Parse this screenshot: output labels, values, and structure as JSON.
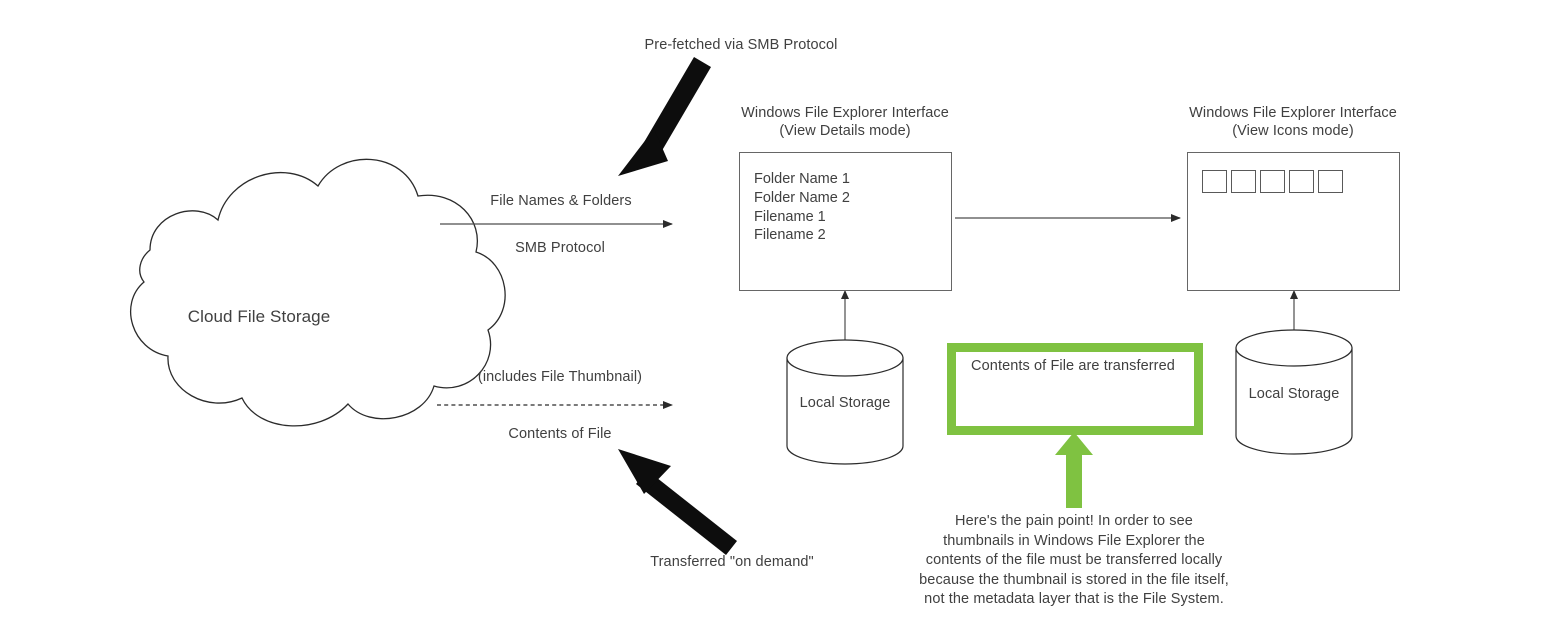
{
  "diagram": {
    "title": "Cloud file storage thumbnail transfer diagram",
    "accent_green": "#7FC241",
    "line_color": "#4d4d4d",
    "box_border": "#666666",
    "text_color": "#404040"
  },
  "cloud": {
    "label": "Cloud File Storage"
  },
  "flows": {
    "top": {
      "annotation": "Pre-fetched via SMB Protocol",
      "above_line": "File Names & Folders",
      "below_line": "SMB Protocol"
    },
    "bottom": {
      "annotation": "Transferred \"on demand\"",
      "above_line": "(includes File Thumbnail)",
      "below_line": "Contents of File"
    }
  },
  "explorer_details": {
    "title_line1": "Windows File Explorer Interface",
    "title_line2": "(View Details mode)",
    "items": [
      "Folder Name 1",
      "Folder Name 2",
      "Filename 1",
      "Filename 2"
    ]
  },
  "explorer_icons": {
    "title_line1": "Windows File Explorer Interface",
    "title_line2": "(View Icons mode)",
    "thumbnail_count": 5,
    "thumbnails": [
      "thumb-1",
      "thumb-2",
      "thumb-3",
      "thumb-4",
      "thumb-5"
    ]
  },
  "storage_left": {
    "label": "Local Storage"
  },
  "storage_right": {
    "label": "Local Storage"
  },
  "highlight": {
    "label": "Contents of File are transferred"
  },
  "pain_point": {
    "text": "Here's the pain point!  In order to see\nthumbnails in Windows File Explorer the\ncontents of the file must be transferred locally\nbecause the thumbnail is stored in the file itself,\nnot the metadata layer that is the File System."
  }
}
